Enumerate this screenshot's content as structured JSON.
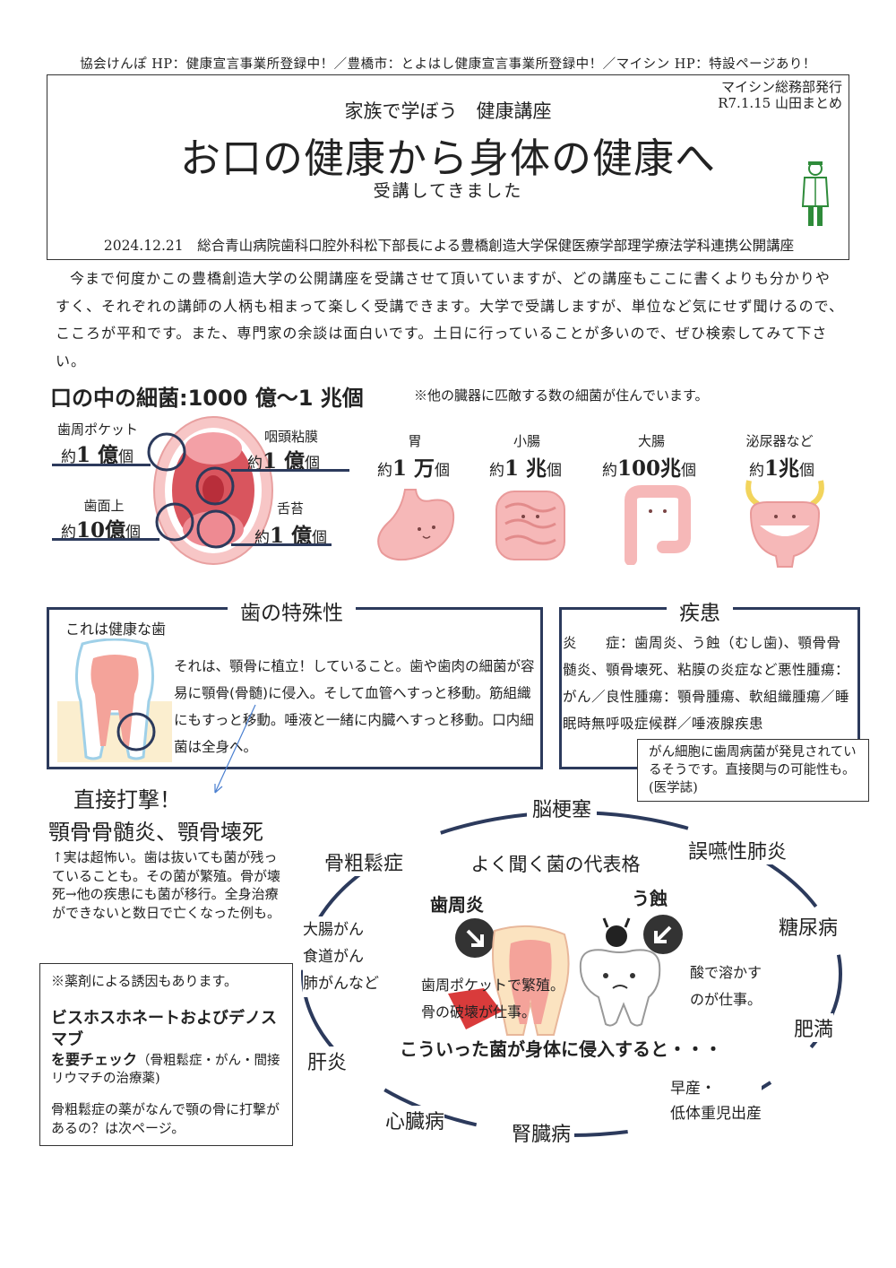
{
  "top_line": "協会けんぽ HP：健康宣言事業所登録中！／豊橋市：とよはし健康宣言事業所登録中！／マイシン HP：特設ページあり！",
  "header": {
    "subtitle": "家族で学ぼう　健康講座",
    "title": "お口の健康から身体の健康へ",
    "subheading": "受講してきました",
    "issuer_line1": "マイシン総務部発行",
    "issuer_line2": "R7.1.15 山田まとめ",
    "date_line": "2024.12.21　総合青山病院歯科口腔外科松下部長による豊橋創造大学保健医療学部理学療法学科連携公開講座"
  },
  "intro": "今まで何度かこの豊橋創造大学の公開講座を受講させて頂いていますが、どの講座もここに書くよりも分かりやすく、それぞれの講師の人柄も相まって楽しく受講できます。大学で受講しますが、単位など気にせず聞けるので、こころが平和です。また、専門家の余談は面白いです。土日に行っていることが多いので、ぜひ検索してみて下さい。",
  "bacteria": {
    "title": "口の中の細菌:1000 億～1 兆個",
    "note": "※他の臓器に匹敵する数の細菌が住んでいます。",
    "mouth": [
      {
        "label": "歯周ポケット",
        "pre": "約",
        "num": "1 億",
        "post": "個"
      },
      {
        "label": "咽頭粘膜",
        "pre": "約",
        "num": "1 億",
        "post": "個"
      },
      {
        "label": "歯面上",
        "pre": "約",
        "num": "10億",
        "post": "個"
      },
      {
        "label": "舌苔",
        "pre": "約",
        "num": "1 億",
        "post": "個"
      }
    ],
    "organs": [
      {
        "label": "胃",
        "pre": "約",
        "num": "1 万",
        "post": "個"
      },
      {
        "label": "小腸",
        "pre": "約",
        "num": "1 兆",
        "post": "個"
      },
      {
        "label": "大腸",
        "pre": "約",
        "num": "100兆",
        "post": "個"
      },
      {
        "label": "泌尿器など",
        "pre": "約",
        "num": "1兆",
        "post": "個"
      }
    ]
  },
  "teeth": {
    "title": "歯の特殊性",
    "caption": "これは健康な歯",
    "body": "それは、顎骨に植立！していること。歯や歯肉の細菌が容易に顎骨(骨髄)に侵入。そして血管へすっと移動。筋組織にもすっと移動。唾液と一緒に内臓へすっと移動。口内細菌は全身へ。"
  },
  "disease": {
    "title": "疾患",
    "body": "炎　　症：歯周炎、う蝕（むし歯)、顎骨骨髄炎、顎骨壊死、粘膜の炎症など悪性腫瘍：がん／良性腫瘍：顎骨腫瘍、軟組織腫瘍／睡眠時無呼吸症候群／唾液腺疾患",
    "note": "がん細胞に歯周病菌が発見されているそうです。直接関与の可能性も。(医学誌)"
  },
  "direct": {
    "heading": "直接打撃！",
    "subheading": "顎骨骨髄炎、顎骨壊死",
    "body": "↑実は超怖い。歯は抜いても菌が残っていることも。その菌が繁殖。骨が壊死→他の疾患にも菌が移行。全身治療ができないと数日で亡くなった例も。"
  },
  "drug_note": {
    "line1": "※薬剤による誘因もあります。",
    "drug": "ビスホスホネートおよびデノスマブ",
    "check_bold": "を要チェック",
    "check_rest": "（骨粗鬆症・がん・間接リウマチの治療薬)",
    "footer": "骨粗鬆症の薬がなんで顎の骨に打撃があるの？は次ページ。"
  },
  "cycle": {
    "center_title": "よく聞く菌の代表格",
    "perio_label": "歯周炎",
    "perio_desc1": "歯周ポケットで繁殖。",
    "perio_desc2": "骨の破壊が仕事。",
    "caries_label": "う蝕",
    "caries_desc1": "酸で溶かす",
    "caries_desc2": "のが仕事。",
    "bottom": "こういった菌が身体に侵入すると・・・",
    "diseases": {
      "brain": "脳梗塞",
      "aspiration": "誤嚥性肺炎",
      "diabetes": "糖尿病",
      "obesity": "肥満",
      "preterm1": "早産・",
      "preterm2": "低体重児出産",
      "kidney": "腎臓病",
      "heart": "心臓病",
      "hepatitis": "肝炎",
      "cancer1": "大腸がん",
      "cancer2": "食道がん",
      "cancer3": "肺がんなど",
      "osteoporosis": "骨粗鬆症"
    }
  },
  "colors": {
    "navy": "#2c3a5c",
    "pink": "#f2b5b5",
    "green": "#2e8b3a"
  }
}
